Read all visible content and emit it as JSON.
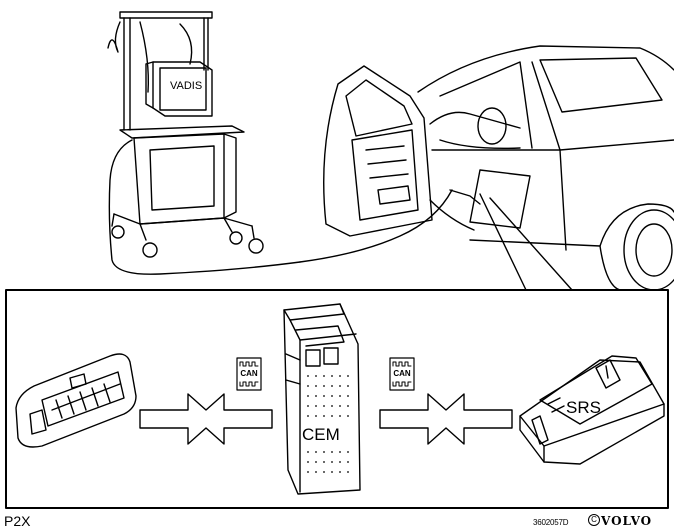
{
  "labels": {
    "vadis": "VADIS",
    "cem": "CEM",
    "srs": "SRS",
    "can_left": "CAN",
    "can_right": "CAN",
    "figure_code": "P2X",
    "reference_number": "3602057D",
    "copyright_mark": "C",
    "brand": "VOLVO"
  },
  "colors": {
    "line": "#000000",
    "background": "#ffffff",
    "shade": "#d9d9d9"
  }
}
